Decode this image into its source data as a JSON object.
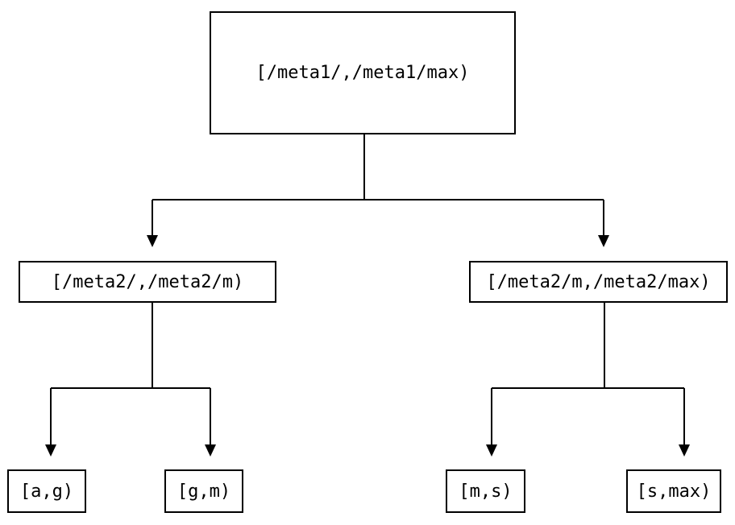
{
  "diagram": {
    "type": "tree",
    "colors": {
      "background": "#ffffff",
      "line": "#000000",
      "node_border": "#000000",
      "node_fill": "#ffffff",
      "text": "#000000"
    },
    "nodes": {
      "root": {
        "label": "[/meta1/,/meta1/max)"
      },
      "mid_left": {
        "label": "[/meta2/,/meta2/m)"
      },
      "mid_right": {
        "label": "[/meta2/m,/meta2/max)"
      },
      "leaf_ag": {
        "label": "[a,g)"
      },
      "leaf_gm": {
        "label": "[g,m)"
      },
      "leaf_ms": {
        "label": "[m,s)"
      },
      "leaf_smax": {
        "label": "[s,max)"
      }
    },
    "edges": [
      {
        "from": "root",
        "to": "mid_left",
        "arrow": "down"
      },
      {
        "from": "root",
        "to": "mid_right",
        "arrow": "down"
      },
      {
        "from": "mid_left",
        "to": "leaf_ag",
        "arrow": "down"
      },
      {
        "from": "mid_left",
        "to": "leaf_gm",
        "arrow": "down"
      },
      {
        "from": "mid_right",
        "to": "leaf_ms",
        "arrow": "down"
      },
      {
        "from": "mid_right",
        "to": "leaf_smax",
        "arrow": "down"
      }
    ]
  }
}
